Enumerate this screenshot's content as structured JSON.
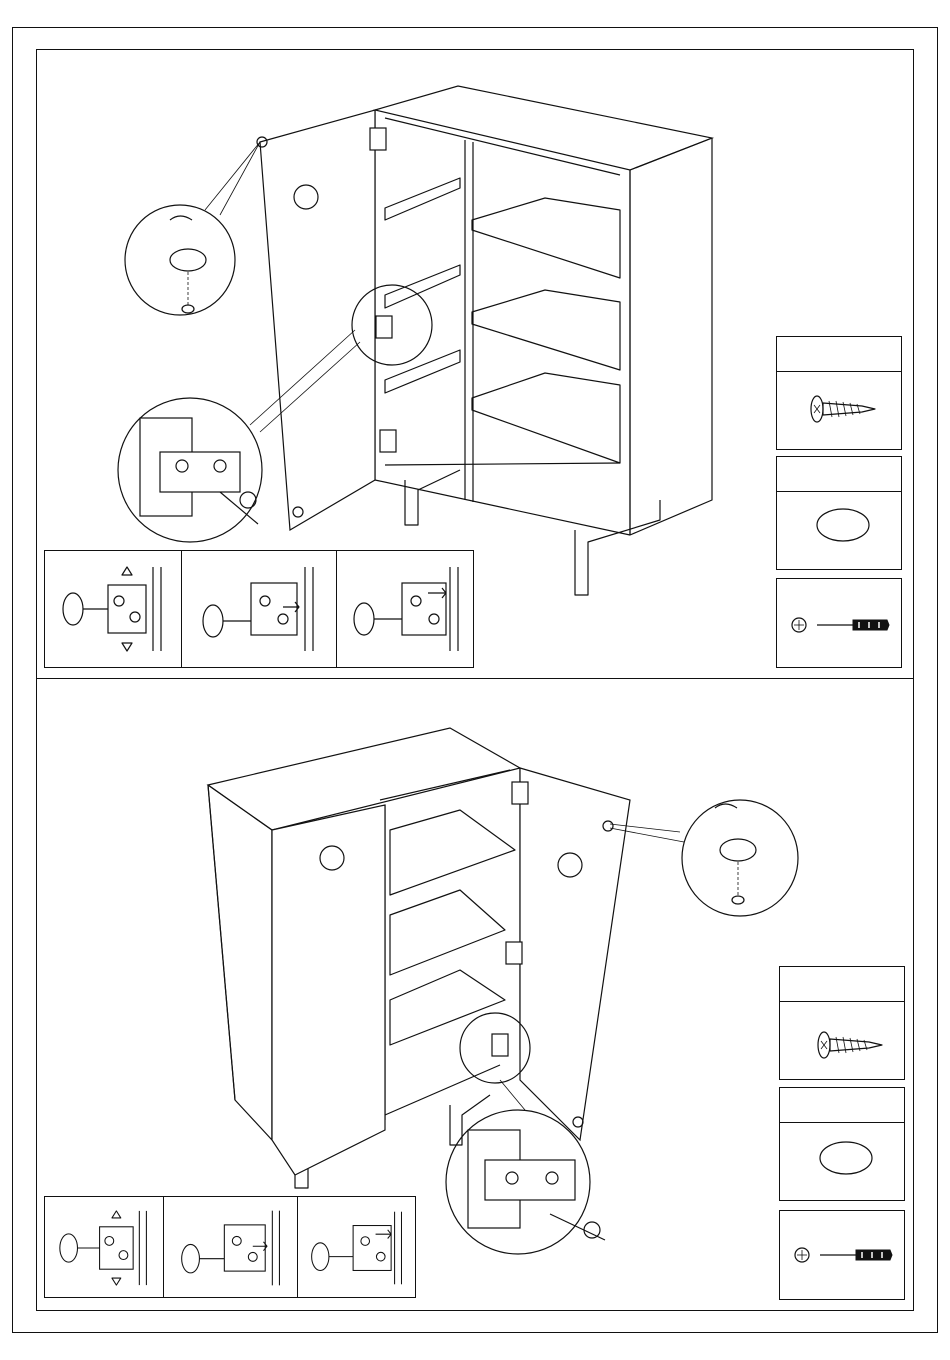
{
  "steps": [
    {
      "illustration": "cabinet-left-door-install",
      "parts": [
        {
          "icon": "screw-icon",
          "qty": ""
        },
        {
          "icon": "bumper-pad-icon",
          "qty": ""
        },
        {
          "icon": "screwdriver-icon",
          "qty": ""
        }
      ],
      "adjust_steps": [
        "hinge-vertical-adjust",
        "hinge-depth-adjust",
        "hinge-side-adjust"
      ]
    },
    {
      "illustration": "cabinet-right-door-install",
      "parts": [
        {
          "icon": "screw-icon",
          "qty": ""
        },
        {
          "icon": "bumper-pad-icon",
          "qty": ""
        },
        {
          "icon": "screwdriver-icon",
          "qty": ""
        }
      ],
      "adjust_steps": [
        "hinge-vertical-adjust",
        "hinge-depth-adjust",
        "hinge-side-adjust"
      ]
    }
  ]
}
